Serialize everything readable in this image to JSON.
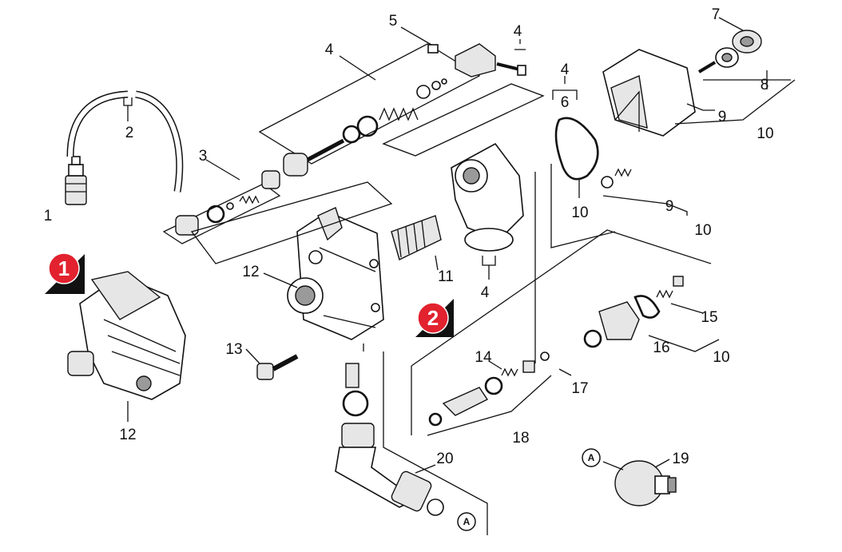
{
  "callouts": {
    "c1": "1",
    "c2": "2",
    "c3": "3",
    "c4a": "4",
    "c4b": "4",
    "c4c": "4",
    "c4d": "4",
    "c5": "5",
    "c6": "6",
    "c7": "7",
    "c8": "8",
    "c9a": "9",
    "c9b": "9",
    "c10a": "10",
    "c10b": "10",
    "c10c": "10",
    "c10d": "10",
    "c11": "11",
    "c12a": "12",
    "c12b": "12",
    "c13": "13",
    "c14": "14",
    "c15": "15",
    "c16": "16",
    "c17": "17",
    "c18": "18",
    "c19": "19",
    "c20": "20"
  },
  "badges": {
    "b1": "1",
    "b2": "2"
  },
  "references": {
    "refA1": "A",
    "refA2": "A"
  },
  "colors": {
    "badge": "#e2222f",
    "line": "#111111",
    "fill_light": "#e6e6e6"
  }
}
